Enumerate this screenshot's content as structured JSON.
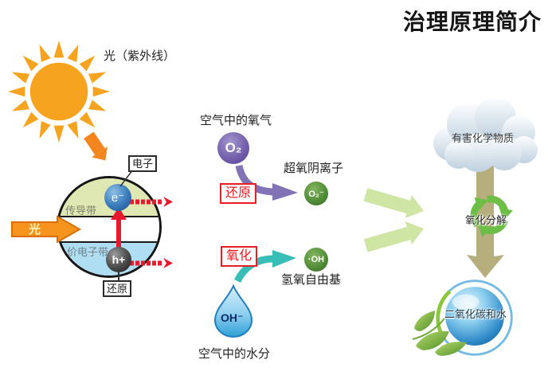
{
  "title": "治理原理简介",
  "sun": {
    "label": "光（紫外线）"
  },
  "photocatalyst": {
    "electron_box": "电子",
    "conduction_band": "传导带",
    "valence_band": "价电子带",
    "electron_symbol": "e⁻",
    "hole_symbol": "h+",
    "light_arrow": "光",
    "bottom_box": "还原"
  },
  "oxygen_path": {
    "source": "空气中的氧气",
    "molecule": "O₂",
    "process": "还原",
    "product_name": "超氧阴离子",
    "product_symbol": "O₂⁻"
  },
  "water_path": {
    "process": "氧化",
    "product_symbol": "·OH",
    "product_name": "氢氧自由基",
    "molecule": "OH⁻",
    "source": "空气中的水分"
  },
  "decomposition": {
    "pollutant": "有害化学物质",
    "process": "氧化分解",
    "result": "二氧化碳和水"
  },
  "icons": {
    "sun": "sun-icon",
    "sun_ray_arrow": "sun-ray-arrow-icon",
    "cloud": "cloud-icon",
    "recycle": "recycle-icon",
    "water_drop": "water-drop-icon",
    "globe": "globe-icon",
    "leaves": "leaf-icon"
  },
  "colors": {
    "sun_orange": "#F6A41F",
    "arrow_orange": "#F5861F",
    "red": "#E8192C",
    "box_red": "#EC1C24",
    "purple": "#7460AC",
    "teal": "#38BEB6",
    "green_ball": "#4F8A36",
    "light_green_arrow": "#CFE5A4",
    "recycle_green": "#6CBE45",
    "tan": "#B6AE7D",
    "band_green": "#DFE7B3",
    "band_blue": "#AFDDF1",
    "drop_blue": "#5FB8E8"
  }
}
